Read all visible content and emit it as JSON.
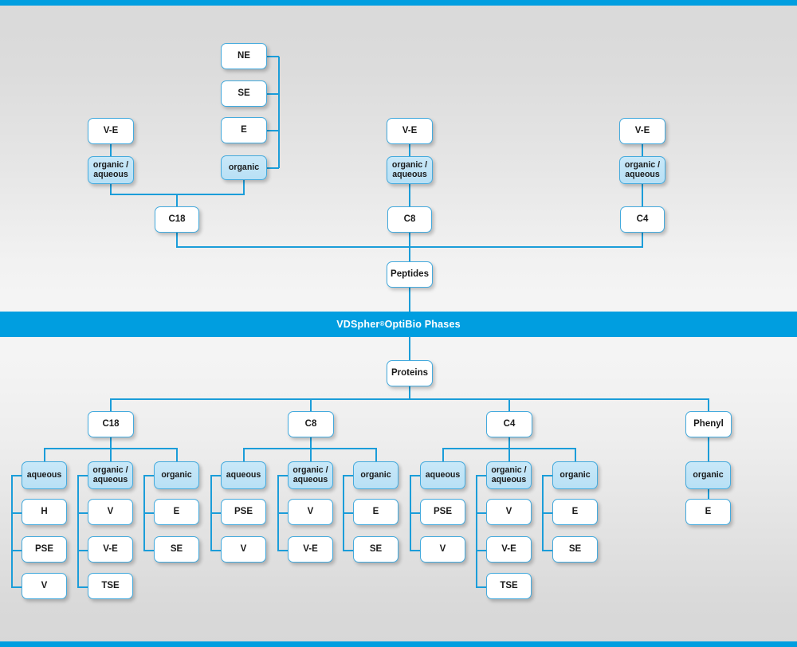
{
  "banner": {
    "brand": "VDSpher",
    "registered": "®",
    "suffix": " OptiBio Phases"
  },
  "colors": {
    "accent": "#009ee0",
    "line": "#1b9dd9",
    "box_border": "#44aadd",
    "box_fill": "#ffffff",
    "box_fill_highlight": "#bfe4f7",
    "background_top": "#d9d9d9",
    "background_mid": "#f5f5f5",
    "banner_text": "#ffffff"
  },
  "peptides": {
    "root_label": "Peptides",
    "columns": [
      {
        "id": "c18",
        "label": "C18",
        "modes": [
          {
            "id": "organic-aqueous",
            "label": "organic /\naqueous",
            "highlight": true,
            "parents": [
              "V-E"
            ],
            "children": []
          },
          {
            "id": "organic",
            "label": "organic",
            "highlight": true,
            "parents": [],
            "children": [
              "NE",
              "SE",
              "E"
            ]
          }
        ]
      },
      {
        "id": "c8",
        "label": "C8",
        "modes": [
          {
            "id": "organic-aqueous",
            "label": "organic /\naqueous",
            "highlight": true,
            "parents": [
              "V-E"
            ],
            "children": []
          }
        ]
      },
      {
        "id": "c4",
        "label": "C4",
        "modes": [
          {
            "id": "organic-aqueous",
            "label": "organic /\naqueous",
            "highlight": true,
            "parents": [
              "V-E"
            ],
            "children": []
          }
        ]
      }
    ]
  },
  "proteins": {
    "root_label": "Proteins",
    "columns": [
      {
        "id": "c18",
        "label": "C18",
        "modes": [
          {
            "id": "aqueous",
            "label": "aqueous",
            "highlight": true,
            "children": [
              "H",
              "PSE",
              "V"
            ]
          },
          {
            "id": "organic-aqueous",
            "label": "organic /\naqueous",
            "highlight": true,
            "children": [
              "V",
              "V-E",
              "TSE"
            ]
          },
          {
            "id": "organic",
            "label": "organic",
            "highlight": true,
            "children": [
              "E",
              "SE"
            ]
          }
        ]
      },
      {
        "id": "c8",
        "label": "C8",
        "modes": [
          {
            "id": "aqueous",
            "label": "aqueous",
            "highlight": true,
            "children": [
              "PSE",
              "V"
            ]
          },
          {
            "id": "organic-aqueous",
            "label": "organic /\naqueous",
            "highlight": true,
            "children": [
              "V",
              "V-E"
            ]
          },
          {
            "id": "organic",
            "label": "organic",
            "highlight": true,
            "children": [
              "E",
              "SE"
            ]
          }
        ]
      },
      {
        "id": "c4",
        "label": "C4",
        "modes": [
          {
            "id": "aqueous",
            "label": "aqueous",
            "highlight": true,
            "children": [
              "PSE",
              "V"
            ]
          },
          {
            "id": "organic-aqueous",
            "label": "organic /\naqueous",
            "highlight": true,
            "children": [
              "V",
              "V-E",
              "TSE"
            ]
          },
          {
            "id": "organic",
            "label": "organic",
            "highlight": true,
            "children": [
              "E",
              "SE"
            ]
          }
        ]
      },
      {
        "id": "phenyl",
        "label": "Phenyl",
        "modes": [
          {
            "id": "organic",
            "label": "organic",
            "highlight": true,
            "children": [
              "E"
            ]
          }
        ]
      }
    ]
  },
  "nodes": {
    "top_ne": "NE",
    "top_se": "SE",
    "top_e": "E",
    "top_organic": "organic",
    "c18_ve": "V-E",
    "c18_orgaq": "organic /\naqueous",
    "c18": "C18",
    "c8_ve": "V-E",
    "c8_orgaq": "organic /\naqueous",
    "c8": "C8",
    "c4_ve": "V-E",
    "c4_orgaq": "organic /\naqueous",
    "c4": "C4",
    "peptides": "Peptides",
    "proteins": "Proteins",
    "p_c18": "C18",
    "p_c8": "C8",
    "p_c4": "C4",
    "p_phenyl": "Phenyl",
    "p_c18_aqueous": "aqueous",
    "p_c18_aq_1": "H",
    "p_c18_aq_2": "PSE",
    "p_c18_aq_3": "V",
    "p_c18_orgaq": "organic /\naqueous",
    "p_c18_oa_1": "V",
    "p_c18_oa_2": "V-E",
    "p_c18_oa_3": "TSE",
    "p_c18_org": "organic",
    "p_c18_o_1": "E",
    "p_c18_o_2": "SE",
    "p_c8_aqueous": "aqueous",
    "p_c8_aq_1": "PSE",
    "p_c8_aq_2": "V",
    "p_c8_orgaq": "organic /\naqueous",
    "p_c8_oa_1": "V",
    "p_c8_oa_2": "V-E",
    "p_c8_org": "organic",
    "p_c8_o_1": "E",
    "p_c8_o_2": "SE",
    "p_c4_aqueous": "aqueous",
    "p_c4_aq_1": "PSE",
    "p_c4_aq_2": "V",
    "p_c4_orgaq": "organic /\naqueous",
    "p_c4_oa_1": "V",
    "p_c4_oa_2": "V-E",
    "p_c4_oa_3": "TSE",
    "p_c4_org": "organic",
    "p_c4_o_1": "E",
    "p_c4_o_2": "SE",
    "p_phenyl_org": "organic",
    "p_phenyl_o_1": "E"
  }
}
